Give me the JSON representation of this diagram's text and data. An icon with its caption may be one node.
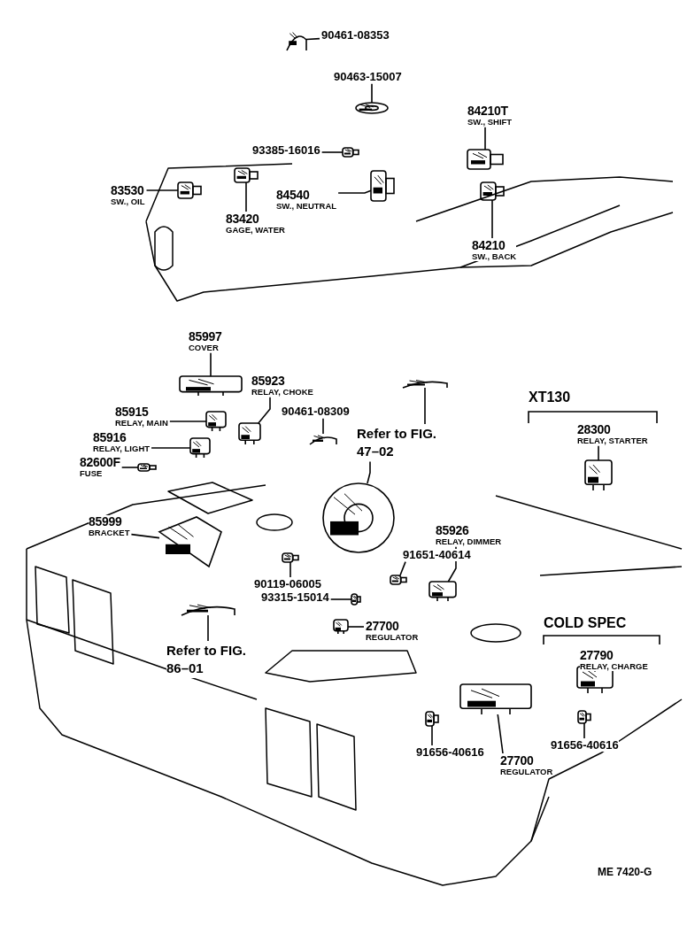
{
  "diagram": {
    "nodes": [
      {
        "text": [
          "90461-08353"
        ]
      },
      {
        "text": [
          "90463-15007"
        ]
      },
      {
        "text": [
          "84210T",
          "SW., SHIFT"
        ]
      },
      {
        "text": [
          "93385-16016"
        ]
      },
      {
        "text": [
          "83530",
          "SW., OIL"
        ]
      },
      {
        "text": [
          "84540",
          "SW., NEUTRAL"
        ]
      },
      {
        "text": [
          "83420",
          "GAGE, WATER"
        ]
      },
      {
        "text": [
          "84210",
          "SW., BACK"
        ]
      },
      {
        "text": [
          "85997",
          "COVER"
        ]
      },
      {
        "text": [
          "85923",
          "RELAY, CHOKE"
        ]
      },
      {
        "text": [
          "85915",
          "RELAY, MAIN"
        ]
      },
      {
        "text": [
          "85916",
          "RELAY, LIGHT"
        ]
      },
      {
        "text": [
          "90461-08309"
        ]
      },
      {
        "text": [
          "Refer to FIG. 47–02"
        ]
      },
      {
        "text": [
          "28300",
          "RELAY, STARTER"
        ]
      },
      {
        "text": [
          "82600F",
          "FUSE"
        ]
      },
      {
        "text": [
          "85999",
          "BRACKET"
        ]
      },
      {
        "text": [
          "85926",
          "RELAY, DIMMER"
        ]
      },
      {
        "text": [
          "91651-40614"
        ]
      },
      {
        "text": [
          "90119-06005"
        ]
      },
      {
        "text": [
          "93315-15014"
        ]
      },
      {
        "text": [
          "27700",
          "REGULATOR"
        ]
      },
      {
        "text": [
          "Refer to FIG. 86–01"
        ]
      },
      {
        "text": [
          "27790",
          "RELAY, CHARGE"
        ]
      },
      {
        "text": [
          "91656-40616"
        ]
      },
      {
        "text": [
          "27700",
          "REGULATOR"
        ]
      },
      {
        "text": [
          "91656-40616"
        ]
      },
      {
        "text": [],
        "shape": "picture"
      },
      {
        "text": [],
        "shape": "picture"
      },
      {
        "text": [],
        "shape": "picture"
      },
      {
        "text": [],
        "shape": "picture"
      },
      {
        "text": [],
        "shape": "picture"
      },
      {
        "text": [],
        "shape": "picture"
      },
      {
        "text": [],
        "shape": "picture"
      },
      {
        "text": [],
        "shape": "picture"
      },
      {
        "text": [],
        "shape": "picture"
      },
      {
        "text": [],
        "shape": "picture"
      },
      {
        "text": [],
        "shape": "picture"
      },
      {
        "text": [],
        "shape": "picture"
      },
      {
        "text": [],
        "shape": "picture"
      },
      {
        "text": [],
        "shape": "picture"
      },
      {
        "text": [],
        "shape": "picture"
      },
      {
        "text": [],
        "shape": "picture"
      },
      {
        "text": [],
        "shape": "picture"
      },
      {
        "text": [],
        "shape": "picture"
      },
      {
        "text": [],
        "shape": "picture"
      },
      {
        "text": [],
        "shape": "picture"
      },
      {
        "text": [],
        "shape": "picture"
      },
      {
        "text": [],
        "shape": "picture"
      },
      {
        "text": [],
        "shape": "picture"
      },
      {
        "text": [],
        "shape": "picture"
      },
      {
        "text": [],
        "shape": "picture"
      },
      {
        "text": [],
        "shape": "picture"
      },
      {
        "text": [],
        "shape": "picture"
      },
      {
        "text": [],
        "shape": "picture"
      }
    ],
    "edges": [
      {
        "from": 0,
        "to": 27,
        "arrow": "none"
      },
      {
        "from": 1,
        "to": 28,
        "arrow": "none"
      },
      {
        "from": 2,
        "to": 29,
        "arrow": "none"
      },
      {
        "from": 3,
        "to": 30,
        "arrow": "none"
      },
      {
        "from": 4,
        "to": 31,
        "arrow": "none"
      },
      {
        "from": 5,
        "to": 32,
        "arrow": "none"
      },
      {
        "from": 6,
        "to": 33,
        "arrow": "none"
      },
      {
        "from": 7,
        "to": 34,
        "arrow": "none"
      },
      {
        "from": 8,
        "to": 35,
        "arrow": "none"
      },
      {
        "from": 9,
        "to": 36,
        "arrow": "none"
      },
      {
        "from": 10,
        "to": 37,
        "arrow": "none"
      },
      {
        "from": 11,
        "to": 38,
        "arrow": "none"
      },
      {
        "from": 12,
        "to": 39,
        "arrow": "none"
      },
      {
        "from": 13,
        "to": 40,
        "arrow": "none"
      },
      {
        "from": 13,
        "to": 41,
        "arrow": "none"
      },
      {
        "from": 14,
        "to": 42,
        "arrow": "none"
      },
      {
        "from": 15,
        "to": 43,
        "arrow": "none"
      },
      {
        "from": 16,
        "to": 44,
        "arrow": "none"
      },
      {
        "from": 17,
        "to": 45,
        "arrow": "none"
      },
      {
        "from": 18,
        "to": 46,
        "arrow": "none"
      },
      {
        "from": 19,
        "to": 47,
        "arrow": "none"
      },
      {
        "from": 20,
        "to": 48,
        "arrow": "none"
      },
      {
        "from": 21,
        "to": 49,
        "arrow": "none"
      },
      {
        "from": 22,
        "to": 50,
        "arrow": "none"
      },
      {
        "from": 23,
        "to": 51,
        "arrow": "none"
      },
      {
        "from": 24,
        "to": 52,
        "arrow": "none"
      },
      {
        "from": 25,
        "to": 53,
        "arrow": "none"
      },
      {
        "from": 26,
        "to": 54,
        "arrow": "none"
      }
    ],
    "labels": [
      "XT130",
      "COLD SPEC",
      "ME 7420-G"
    ]
  }
}
